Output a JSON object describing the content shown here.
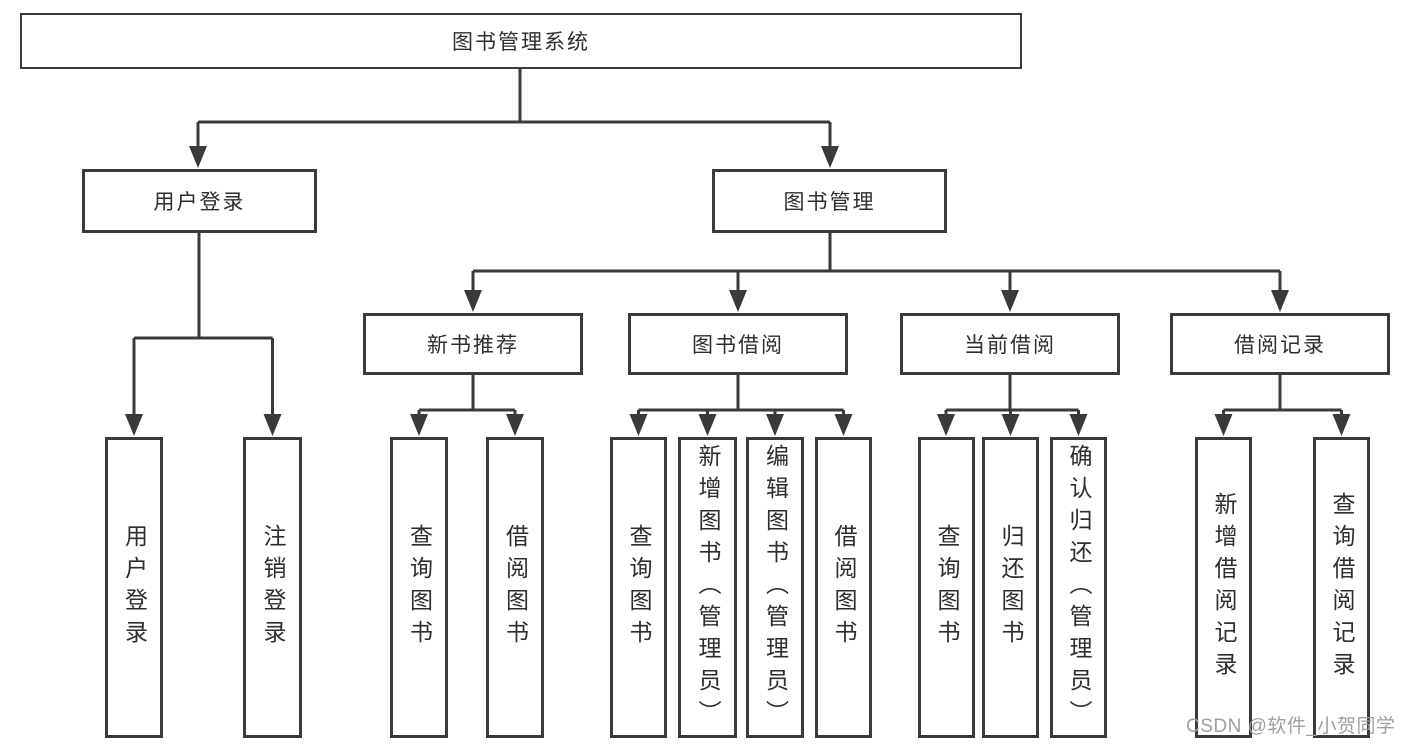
{
  "tree": {
    "root": {
      "label": "图书管理系统"
    },
    "branches": [
      {
        "label": "用户登录"
      },
      {
        "label": "图书管理"
      }
    ],
    "modules": [
      {
        "label": "新书推荐"
      },
      {
        "label": "图书借阅"
      },
      {
        "label": "当前借阅"
      },
      {
        "label": "借阅记录"
      }
    ],
    "leaves": {
      "user_login": [
        {
          "label": "用户登录"
        },
        {
          "label": "注销登录"
        }
      ],
      "new_book": [
        {
          "label": "查询图书"
        },
        {
          "label": "借阅图书"
        }
      ],
      "borrowing": [
        {
          "label": "查询图书"
        },
        {
          "label": "新增图书（管理员）"
        },
        {
          "label": "编辑图书（管理员）"
        },
        {
          "label": "借阅图书"
        }
      ],
      "current": [
        {
          "label": "查询图书"
        },
        {
          "label": "归还图书"
        },
        {
          "label": "确认归还（管理员）"
        }
      ],
      "records": [
        {
          "label": "新增借阅记录"
        },
        {
          "label": "查询借阅记录"
        }
      ]
    }
  },
  "watermark": {
    "text": "CSDN @软件_小贺同学"
  },
  "colors": {
    "line": "#3a3a3c",
    "text": "#2e2e30",
    "box_fill": "#ffffff",
    "watermark": "#9f9f9f",
    "background": "#ffffff"
  }
}
